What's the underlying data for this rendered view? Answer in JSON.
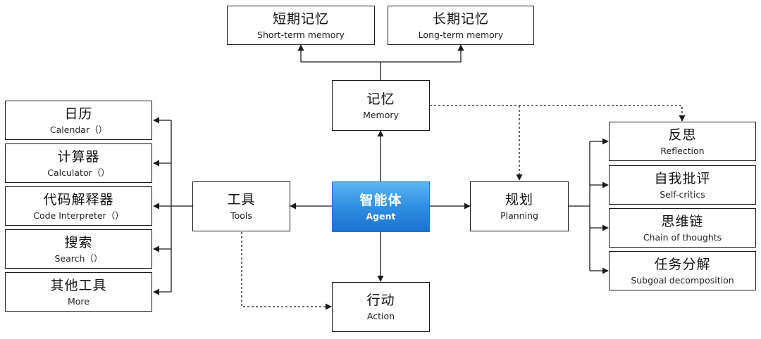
{
  "agent": {
    "zh": "智能体",
    "en": "Agent"
  },
  "memory": {
    "zh": "记忆",
    "en": "Memory"
  },
  "short_term_memory": {
    "zh": "短期记忆",
    "en": "Short-term memory"
  },
  "long_term_memory": {
    "zh": "长期记忆",
    "en": "Long-term memory"
  },
  "tools": {
    "zh": "工具",
    "en": "Tools"
  },
  "planning": {
    "zh": "规划",
    "en": "Planning"
  },
  "action": {
    "zh": "行动",
    "en": "Action"
  },
  "tool_items": [
    {
      "zh": "日历",
      "en": "Calendar（）"
    },
    {
      "zh": "计算器",
      "en": "Calculator（）"
    },
    {
      "zh": "代码解释器",
      "en": "Code Interpreter（）"
    },
    {
      "zh": "搜索",
      "en": "Search（）"
    },
    {
      "zh": "其他工具",
      "en": "More"
    }
  ],
  "planning_items": [
    {
      "zh": "反思",
      "en": "Reflection"
    },
    {
      "zh": "自我批评",
      "en": "Self-critics"
    },
    {
      "zh": "思维链",
      "en": "Chain of thoughts"
    },
    {
      "zh": "任务分解",
      "en": "Subgoal decomposition"
    }
  ],
  "colors": {
    "agent_fill": "#2f8fe0",
    "border": "#1a1a1a",
    "text": "#111111"
  }
}
